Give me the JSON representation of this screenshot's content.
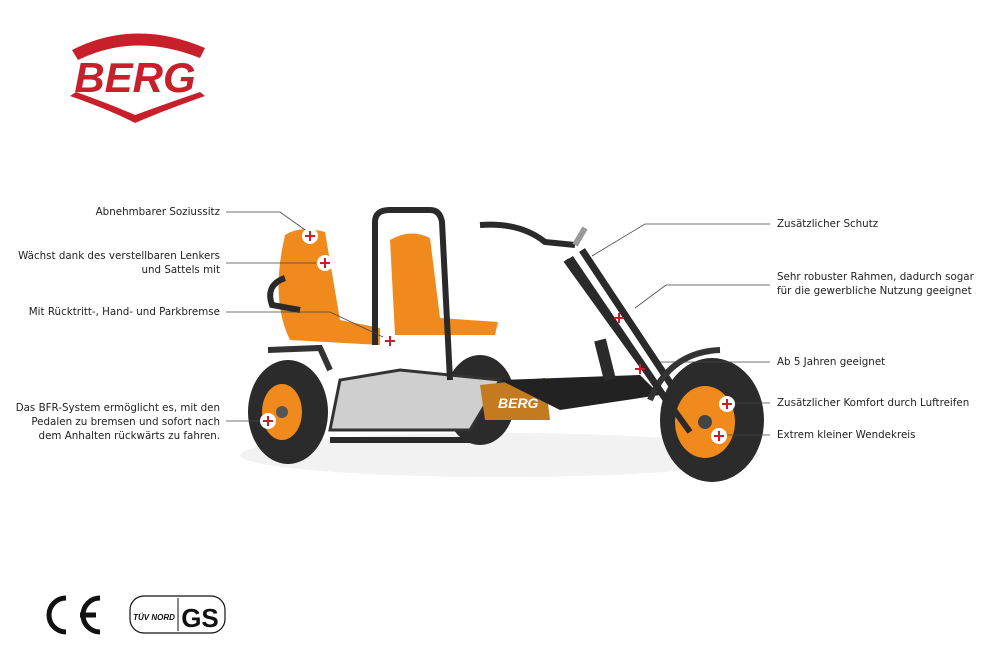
{
  "brand": {
    "logo_text": "BERG",
    "color": "#c8202a"
  },
  "features_left": [
    {
      "text": "Abnehmbarer Soziussitz"
    },
    {
      "line1": "Wächst dank des verstellbaren Lenkers",
      "line2": "und Sattels mit"
    },
    {
      "text": "Mit Rücktritt-, Hand- und Parkbremse"
    },
    {
      "line1": "Das BFR-System ermöglicht es, mit den",
      "line2": "Pedalen zu bremsen und sofort nach",
      "line3": "dem Anhalten rückwärts zu fahren."
    }
  ],
  "features_right": [
    {
      "text": "Zusätzlicher Schutz"
    },
    {
      "line1": "Sehr robuster Rahmen, dadurch sogar",
      "line2": "für die gewerbliche Nutzung geeignet"
    },
    {
      "text": "Ab 5 Jahren geeignet"
    },
    {
      "text": "Zusätzlicher Komfort durch Luftreifen"
    },
    {
      "text": "Extrem kleiner Wendekreis"
    }
  ],
  "certifications": {
    "ce": "CE",
    "tuv": "TÜV NORD",
    "gs": "GS"
  },
  "colors": {
    "orange": "#f08a1c",
    "frame": "#2a2a2a",
    "marker": "#c8202a"
  }
}
